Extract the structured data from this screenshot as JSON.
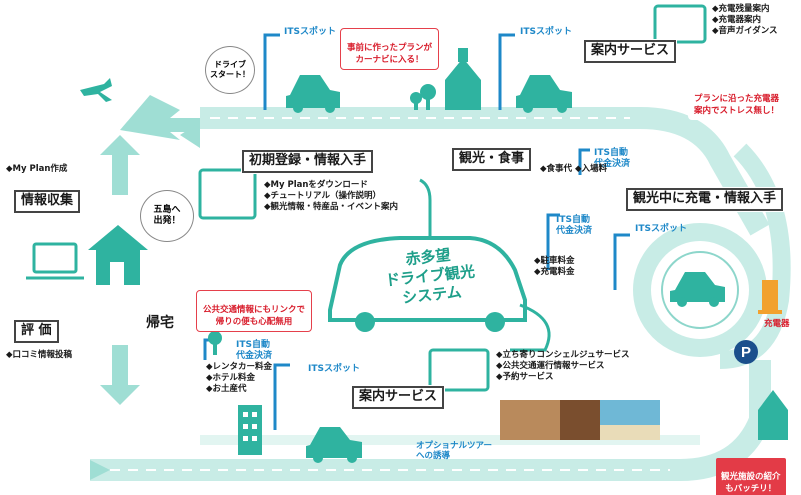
{
  "boxes": {
    "info_collection": "情報収集",
    "evaluation": "評 価",
    "return_home": "帰宅",
    "initial_registration": "初期登録・情報入手",
    "sightseeing_food": "観光・食事",
    "guide_service_top": "案内サービス",
    "guide_service_bottom": "案内サービス",
    "charging_info": "観光中に充電・情報入手"
  },
  "bubbles": {
    "drive_start": "ドライブ\nスタート！",
    "goto_island": "五島へ\n出発！"
  },
  "lists": {
    "myplan": [
      "◆My Plan作成"
    ],
    "review": [
      "◆口コミ情報投稿"
    ],
    "initial": [
      "◆My Planをダウンロード",
      "◆チュートリアル（操作説明）",
      "◆観光情報・特産品・イベント案内"
    ],
    "food_fees": [
      "◆食事代 ◆入場料"
    ],
    "guide_top": [
      "◆充電残量案内",
      "◆充電器案内",
      "◆音声ガイダンス"
    ],
    "parking": [
      "◆駐車料金",
      "◆充電料金"
    ],
    "rental": [
      "◆レンタカー料金",
      "◆ホテル料金",
      "◆お土産代"
    ],
    "concierge": [
      "◆立ち寄りコンシェルジュサービス",
      "◆公共交通運行情報サービス",
      "◆予約サービス"
    ]
  },
  "its": {
    "spot": "ITSスポット",
    "pay": "ITS自動\n代金決済"
  },
  "callouts": {
    "plan_to_carnavi": "事前に作ったプランが\nカーナビに入る！",
    "stressfree": "プランに沿った充電器\n案内でストレス無し！",
    "public_transport": "公共交通情報にもリンクで\n帰りの便も心配無用",
    "sightseeing_intro": "観光施設の紹介\nもバッチリ！"
  },
  "labels": {
    "charger": "充電器",
    "optional_tour": "オプショナルツアー\nへの誘導",
    "parking_p": "P"
  },
  "center_title": "赤多望\nドライブ観光\nシステム",
  "colors": {
    "road": "#c8ece6",
    "road_edge": "#8dd6cb",
    "teal": "#2fb3a0",
    "blue": "#1e88c8",
    "red": "#d81b2a"
  }
}
